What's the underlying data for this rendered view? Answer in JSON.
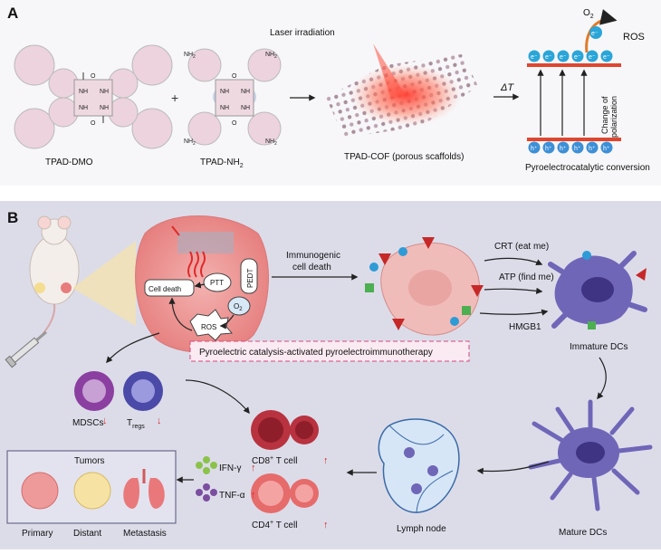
{
  "panel_a": {
    "letter": "A",
    "reactant_1": "TPAD-DMO",
    "reactant_2_base": "TPAD-NH",
    "reactant_2_sub": "2",
    "plus": "+",
    "laser_label": "Laser irradiation",
    "cof_label": "TPAD-COF (porous scaffolds)",
    "delta_t": "ΔT",
    "electron": "e⁻",
    "hole": "h⁺",
    "oxygen_base": "O",
    "oxygen_sub": "2",
    "ros": "ROS",
    "polarization_line1": "Change of",
    "polarization_line2": "polarization",
    "conversion_label": "Pyroelectrocatalytic conversion",
    "molecule_labels": {
      "nh": "NH",
      "o": "O",
      "nh2": "NH",
      "nh2_sub": "2"
    }
  },
  "panel_b": {
    "letter": "B",
    "tumor": {
      "cell_death": "Cell death",
      "ptt": "PTT",
      "pedt": "PEDT",
      "o2_base": "O",
      "o2_sub": "2",
      "ros": "ROS"
    },
    "immunogenic_line1": "Immunogenic",
    "immunogenic_line2": "cell death",
    "crt": "CRT (eat me)",
    "atp": "ATP (find me)",
    "hmgb1": "HMGB1",
    "immature_dcs": "Immature DCs",
    "banner": "Pyroelectric catalysis-activated pyroelectroimmunotherapy",
    "mdscs": "MDSCs",
    "tregs_base": "T",
    "tregs_sub": "regs",
    "cd8_base": "CD8",
    "cd8_sup": "+",
    "cd8_rest": " T cell",
    "cd4_base": "CD4",
    "cd4_sup": "+",
    "cd4_rest": " T cell",
    "ifn": "IFN-γ",
    "tnf": "TNF-α",
    "tumors_title": "Tumors",
    "primary": "Primary",
    "distant": "Distant",
    "metastasis": "Metastasis",
    "lymph_node": "Lymph node",
    "mature_dcs": "Mature DCs"
  },
  "colors": {
    "panel_a_bg": "#f7f7f9",
    "panel_b_bg": "#dcdce9",
    "electron_blue": "#2aa5d8",
    "hole_blue": "#3d8fd6",
    "bar_red": "#e0452f",
    "crt_red": "#c62828",
    "hmgb1_green": "#4caf50",
    "mdsc_purple": "#8b3fa0",
    "treg_blue": "#4b4aa8",
    "cd8_red": "#b8323f",
    "cd4_pink": "#e66b6b",
    "dc_purple": "#6f66b8",
    "banner_pink": "#d44a7a",
    "arrow_red": "#d32f2f"
  }
}
